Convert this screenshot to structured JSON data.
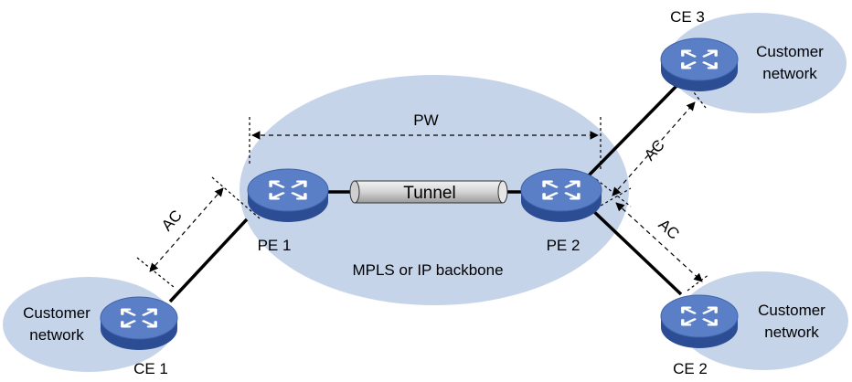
{
  "colors": {
    "cloud_fill": "#c6d4ea",
    "router_top": "#5b7fc6",
    "router_side": "#2c4d93",
    "router_symbol": "#ffffff",
    "tunnel_fill": "#d9d9d9",
    "line": "#000000"
  },
  "clouds": {
    "backbone": {
      "label": "MPLS or IP backbone"
    },
    "customer_ce1": {
      "label_line1": "Customer",
      "label_line2": "network"
    },
    "customer_ce2": {
      "label_line1": "Customer",
      "label_line2": "network"
    },
    "customer_ce3": {
      "label_line1": "Customer",
      "label_line2": "network"
    }
  },
  "devices": {
    "pe1": {
      "label": "PE 1",
      "icon": "router-icon"
    },
    "pe2": {
      "label": "PE 2",
      "icon": "router-icon"
    },
    "ce1": {
      "label": "CE 1",
      "icon": "router-icon"
    },
    "ce2": {
      "label": "CE 2",
      "icon": "router-icon"
    },
    "ce3": {
      "label": "CE 3",
      "icon": "router-icon"
    }
  },
  "links": {
    "tunnel": {
      "label": "Tunnel"
    },
    "pw": {
      "label": "PW"
    },
    "ac_ce1": {
      "label": "AC"
    },
    "ac_ce2": {
      "label": "AC"
    },
    "ac_ce3": {
      "label": "AC"
    }
  }
}
